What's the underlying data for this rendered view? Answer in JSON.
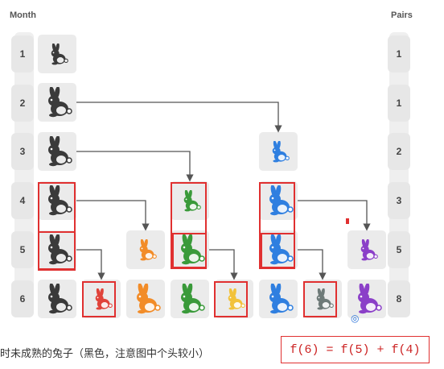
{
  "headers": {
    "month": "Month",
    "pairs": "Pairs"
  },
  "months": [
    "1",
    "2",
    "3",
    "4",
    "5",
    "6"
  ],
  "pairs": [
    "1",
    "1",
    "2",
    "3",
    "5",
    "8"
  ],
  "caption": "时未成熟的兔子（黑色，注意图中个头较小）",
  "formula": "f(6) = f(5) + f(4)",
  "colors": {
    "black": "#3a3a3a",
    "orange": "#f28c28",
    "green": "#3a9a3a",
    "blue": "#2f7fe0",
    "purple": "#8b3fc8",
    "red": "#e0433a",
    "yellow": "#f2c23a",
    "gray": "#6e7a78",
    "highlight": "#e03030",
    "arrow": "#555555"
  },
  "rabbits": [
    {
      "id": "m1-black",
      "color": "black",
      "size": "small"
    },
    {
      "id": "m2-black",
      "color": "black",
      "size": "large"
    },
    {
      "id": "m3-black",
      "color": "black",
      "size": "large"
    },
    {
      "id": "m3-blue",
      "color": "blue",
      "size": "small"
    },
    {
      "id": "m4-black",
      "color": "black",
      "size": "large"
    },
    {
      "id": "m4-green",
      "color": "green",
      "size": "small"
    },
    {
      "id": "m4-blue",
      "color": "blue",
      "size": "large"
    },
    {
      "id": "m5-black",
      "color": "black",
      "size": "large"
    },
    {
      "id": "m5-orange",
      "color": "orange",
      "size": "small"
    },
    {
      "id": "m5-green",
      "color": "green",
      "size": "large"
    },
    {
      "id": "m5-blue",
      "color": "blue",
      "size": "large"
    },
    {
      "id": "m5-purple",
      "color": "purple",
      "size": "small"
    },
    {
      "id": "m6-black",
      "color": "black",
      "size": "large"
    },
    {
      "id": "m6-red",
      "color": "red",
      "size": "small"
    },
    {
      "id": "m6-orange",
      "color": "orange",
      "size": "large"
    },
    {
      "id": "m6-green",
      "color": "green",
      "size": "large"
    },
    {
      "id": "m6-yellow",
      "color": "yellow",
      "size": "small"
    },
    {
      "id": "m6-blue",
      "color": "blue",
      "size": "large"
    },
    {
      "id": "m6-gray",
      "color": "gray",
      "size": "small"
    },
    {
      "id": "m6-purple",
      "color": "purple",
      "size": "large"
    }
  ]
}
